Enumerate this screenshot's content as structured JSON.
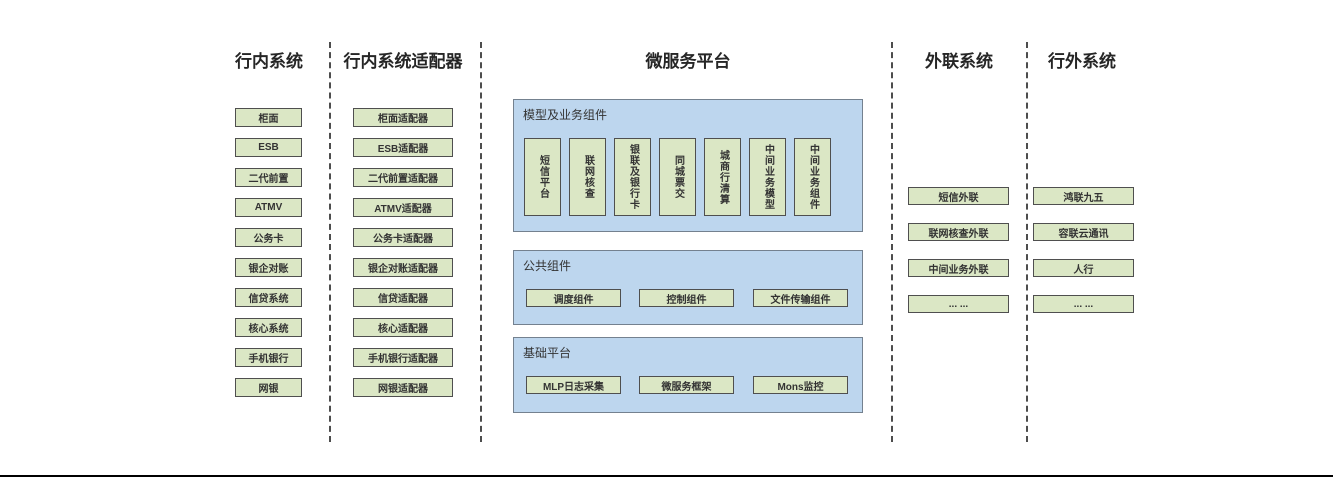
{
  "diagram": {
    "columns": {
      "internal": {
        "title": "行内系统",
        "items": [
          "柜面",
          "ESB",
          "二代前置",
          "ATMV",
          "公务卡",
          "银企对账",
          "信贷系统",
          "核心系统",
          "手机银行",
          "网银"
        ]
      },
      "adapters": {
        "title": "行内系统适配器",
        "items": [
          "柜面适配器",
          "ESB适配器",
          "二代前置适配器",
          "ATMV适配器",
          "公务卡适配器",
          "银企对账适配器",
          "信贷适配器",
          "核心适配器",
          "手机银行适配器",
          "网银适配器"
        ]
      },
      "platform": {
        "title": "微服务平台",
        "panels": {
          "model": {
            "title": "模型及业务组件",
            "items": [
              "短信平台",
              "联网核查",
              "银联及银行卡",
              "同城票交",
              "城商行清算",
              "中间业务模型",
              "中间业务组件"
            ]
          },
          "common": {
            "title": "公共组件",
            "items": [
              "调度组件",
              "控制组件",
              "文件传输组件"
            ]
          },
          "base": {
            "title": "基础平台",
            "items": [
              "MLP日志采集",
              "微服务框架",
              "Mons监控"
            ]
          }
        }
      },
      "external_link": {
        "title": "外联系统",
        "items": [
          "短信外联",
          "联网核查外联",
          "中间业务外联",
          "... ..."
        ]
      },
      "external": {
        "title": "行外系统",
        "items": [
          "鸿联九五",
          "容联云通讯",
          "人行",
          "... ..."
        ]
      }
    },
    "colors": {
      "box_fill": "#dbe7c5",
      "box_border": "#4f4f4f",
      "panel_fill": "#bdd6ee",
      "panel_border": "#74818f",
      "divider": "#4d4d4d",
      "bottom_rule": "#000000"
    }
  }
}
